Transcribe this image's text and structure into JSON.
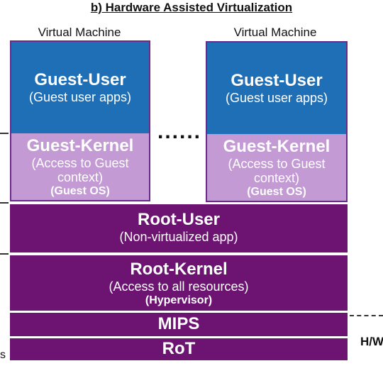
{
  "title": "b) Hardware Assisted Virtualization",
  "vm_left": {
    "label": "Virtual Machine",
    "guest_user_title": "Guest-User",
    "guest_user_sub": "(Guest user apps)",
    "guest_kernel_title": "Guest-Kernel",
    "guest_kernel_sub1": "(Access to Guest",
    "guest_kernel_sub2": "context)",
    "guest_kernel_os": "(Guest OS)"
  },
  "vm_right": {
    "label": "Virtual Machine",
    "guest_user_title": "Guest-User",
    "guest_user_sub": "(Guest user apps)",
    "guest_kernel_title": "Guest-Kernel",
    "guest_kernel_sub1": "(Access to Guest",
    "guest_kernel_sub2": "context)",
    "guest_kernel_os": "(Guest OS)"
  },
  "ellipsis": "......",
  "root_user": {
    "title": "Root-User",
    "sub": "(Non-virtualized app)"
  },
  "root_kernel": {
    "title": "Root-Kernel",
    "sub": "(Access to all resources)",
    "os": "(Hypervisor)"
  },
  "mips": "MIPS",
  "rot": "RoT",
  "side_right": "H/W",
  "side_left": "s",
  "colors": {
    "guest_user": "#1f6fb7",
    "guest_kernel": "#c39ad4",
    "root": "#6d1473",
    "border": "#6a2a8c"
  }
}
